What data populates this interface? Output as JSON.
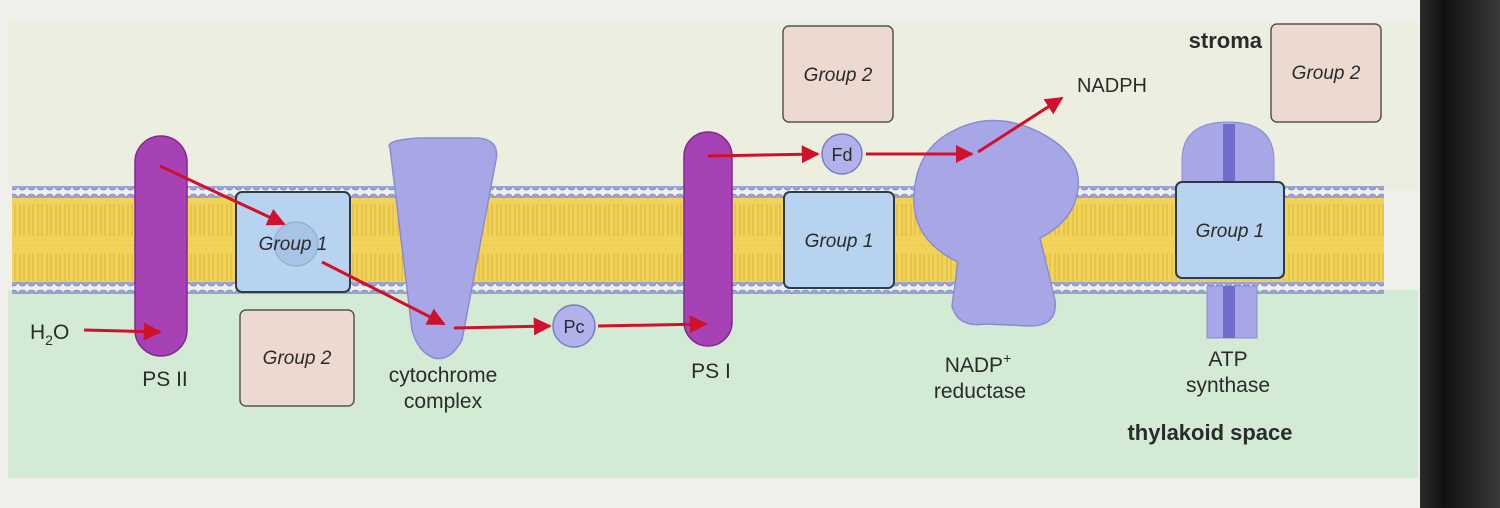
{
  "regions": {
    "stroma": "stroma",
    "thylakoid_space": "thylakoid space"
  },
  "molecules": {
    "water": "H",
    "water_sub": "2",
    "water_tail": "O",
    "nadph": "NADPH",
    "fd": "Fd",
    "pc": "Pc"
  },
  "complexes": {
    "ps2": "PS II",
    "ps1": "PS I",
    "cytochrome_line1": "cytochrome",
    "cytochrome_line2": "complex",
    "nadp_reductase_line1": "NADP",
    "nadp_reductase_sup": "+",
    "nadp_reductase_line2": "reductase",
    "atp_line1": "ATP",
    "atp_line2": "synthase"
  },
  "drop_boxes": {
    "group1_a": "Group 1",
    "group1_b": "Group 1",
    "group1_c": "Group 1",
    "group2_a": "Group 2",
    "group2_b": "Group 2",
    "group2_c": "Group 2"
  },
  "colors": {
    "stroma_bg": "#ecefe0",
    "lumen_bg": "#d3ead5",
    "lipid_tail": "#f2d35a",
    "lipid_head": "#9aa4d8",
    "protein": "#a7a6e6",
    "photosystem": "#a641b6",
    "arrow": "#d0112b",
    "group1_fill": "#b7d3f0",
    "group2_fill": "#ecd9cf"
  }
}
